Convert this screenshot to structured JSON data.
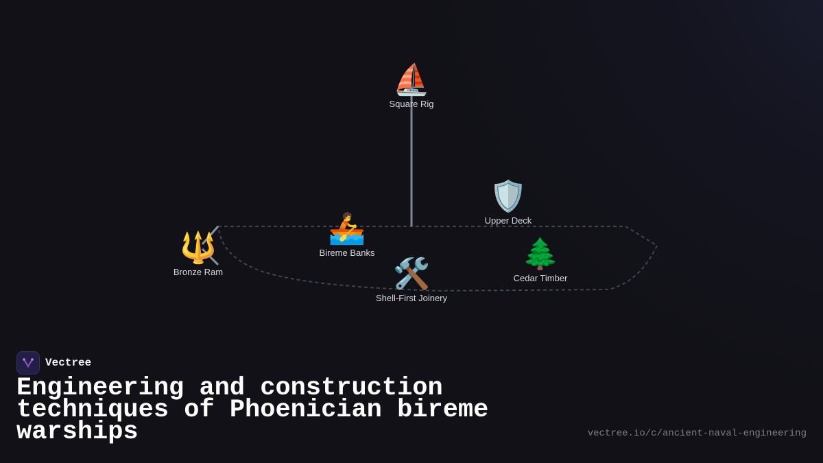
{
  "diagram": {
    "nodes": [
      {
        "id": "square-rig",
        "label": "Square Rig",
        "icon": "sailboat-icon",
        "glyph": "⛵"
      },
      {
        "id": "upper-deck",
        "label": "Upper Deck",
        "icon": "shield-icon",
        "glyph": "🛡️"
      },
      {
        "id": "bireme-banks",
        "label": "Bireme Banks",
        "icon": "rowboat-icon",
        "glyph": "🚣"
      },
      {
        "id": "bronze-ram",
        "label": "Bronze Ram",
        "icon": "trident-icon",
        "glyph": "🔱"
      },
      {
        "id": "cedar-timber",
        "label": "Cedar Timber",
        "icon": "evergreen-tree-icon",
        "glyph": "🌲"
      },
      {
        "id": "shell-first-joinery",
        "label": "Shell-First Joinery",
        "icon": "hammer-and-wrench-icon",
        "glyph": "🛠️"
      }
    ],
    "colors": {
      "hull_outline": "#3b4656",
      "mast": "#7d8896",
      "ram_spike": "#8a93a0",
      "label": "#d7d9e2"
    }
  },
  "brand": {
    "name": "Vectree",
    "accent": "#9a4fd6"
  },
  "title": "Engineering and construction techniques of Phoenician bireme warships",
  "url": "vectree.io/c/ancient-naval-engineering"
}
